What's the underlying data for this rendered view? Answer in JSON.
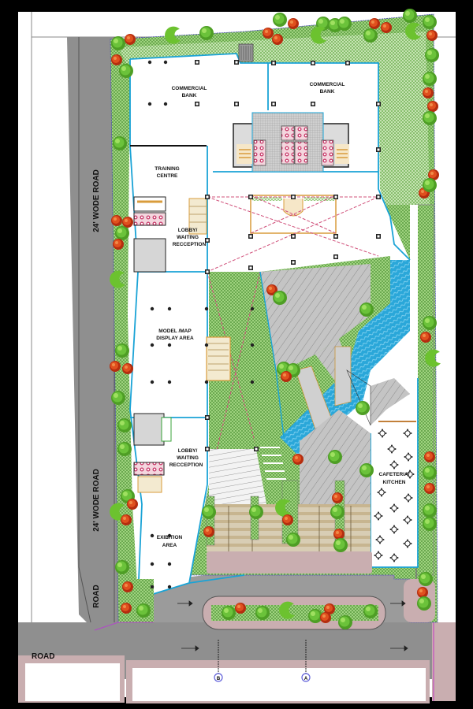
{
  "drawing": {
    "type": "site plan / ground floor plan",
    "colors": {
      "frame": "#000000",
      "road": "#8f8f8f",
      "paper": "#ffffff",
      "lawn": "#8cc56c",
      "lawn_hatch": "#5f9e48",
      "wall_cyan": "#1aa3d6",
      "water": "#2aa7d9",
      "paving": "#b9b9b9",
      "footpath": "#c9aeb0",
      "tree_green": "#5db52e",
      "tree_red": "#d9401a",
      "stair": "#d99c3c",
      "dash_pink": "#d0507a",
      "toilet_pink": "#d04070"
    }
  },
  "rooms": {
    "commercial_bank_1": {
      "line1": "COMMERCIAL",
      "line2": "BANK"
    },
    "commercial_bank_2": {
      "line1": "COMMERCIAL",
      "line2": "BANK"
    },
    "training_centre": {
      "line1": "TRAINING",
      "line2": "CENTRE"
    },
    "lobby_1": {
      "line1": "LOBBY/",
      "line2": "WAITING",
      "line3": "RECCEPTION"
    },
    "model_map": {
      "line1": "MODEL /MAP",
      "line2": "DISPLAY AREA"
    },
    "lobby_2": {
      "line1": "LOBBY/",
      "line2": "WAITING",
      "line3": "RECCEPTION"
    },
    "exibition": {
      "line1": "EXIBITION",
      "line2": "AREA"
    },
    "cafeteria": {
      "line1": "CAFETERIA/",
      "line2": "KITCHEN"
    }
  },
  "roads": {
    "west_upper": "24' WODE ROAD",
    "west_lower": "24' WODE ROAD",
    "west_bottom": "ROAD",
    "south": "ROAD"
  },
  "section_markers": [
    {
      "label": "B"
    },
    {
      "label": "A"
    }
  ]
}
